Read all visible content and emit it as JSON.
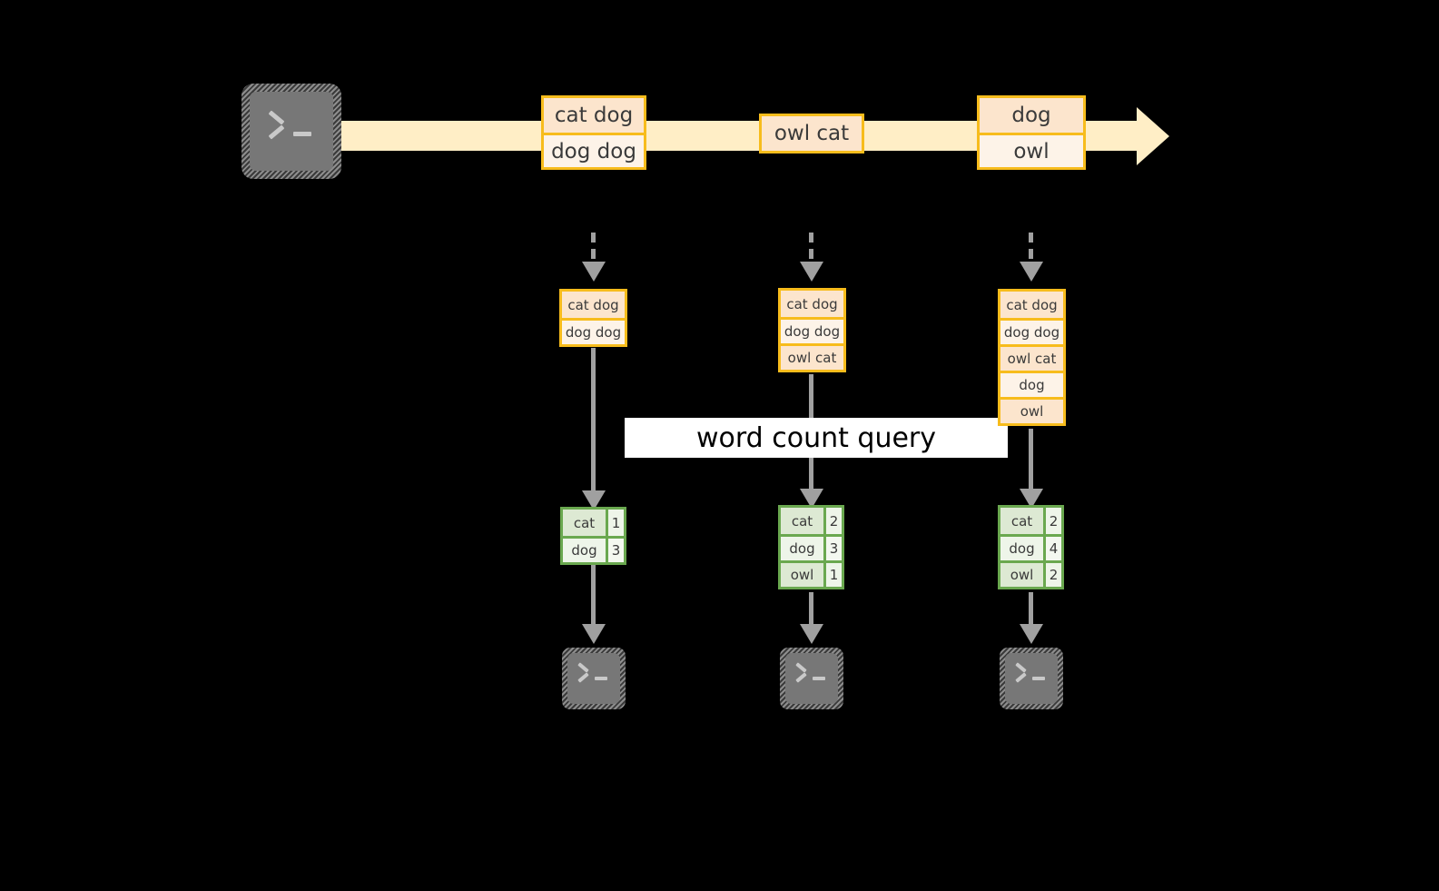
{
  "diagram": {
    "title_label": "word count query",
    "colors": {
      "background": "#000000",
      "stream_band": "#ffeec6",
      "event_border": "#f7bc1c",
      "event_fill_dark": "#fce5cd",
      "event_fill_light": "#fdf3e8",
      "result_border": "#6aa84f",
      "result_fill": "#eef5e9",
      "arrow": "#a0a0a0",
      "terminal_fill": "#777777",
      "label_fill": "#ffffff"
    },
    "producer": {
      "icon": "terminal-icon",
      "prompt_glyph": ">_"
    },
    "stream": {
      "direction": "left-to-right",
      "events": [
        {
          "lines": [
            "cat dog",
            "dog dog"
          ]
        },
        {
          "lines": [
            "owl cat"
          ]
        },
        {
          "lines": [
            "dog",
            "owl"
          ]
        }
      ]
    },
    "snapshots": [
      {
        "name": "snapshot-1",
        "buffer": [
          "cat dog",
          "dog dog"
        ],
        "result": {
          "rows": [
            {
              "word": "cat",
              "count": "1"
            },
            {
              "word": "dog",
              "count": "3"
            }
          ]
        },
        "consumer": {
          "icon": "terminal-icon",
          "prompt_glyph": ">_"
        }
      },
      {
        "name": "snapshot-2",
        "buffer": [
          "cat dog",
          "dog dog",
          "owl cat"
        ],
        "result": {
          "rows": [
            {
              "word": "cat",
              "count": "2"
            },
            {
              "word": "dog",
              "count": "3"
            },
            {
              "word": "owl",
              "count": "1"
            }
          ]
        },
        "consumer": {
          "icon": "terminal-icon",
          "prompt_glyph": ">_"
        }
      },
      {
        "name": "snapshot-3",
        "buffer": [
          "cat dog",
          "dog dog",
          "owl cat",
          "dog",
          "owl"
        ],
        "result": {
          "rows": [
            {
              "word": "cat",
              "count": "2"
            },
            {
              "word": "dog",
              "count": "4"
            },
            {
              "word": "owl",
              "count": "2"
            }
          ]
        },
        "consumer": {
          "icon": "terminal-icon",
          "prompt_glyph": ">_"
        }
      }
    ]
  }
}
